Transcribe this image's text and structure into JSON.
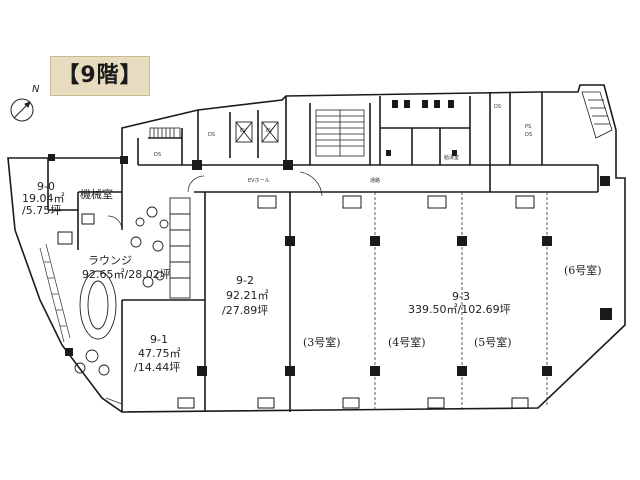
{
  "floor_label": "【9階】",
  "units": {
    "u90": {
      "id": "9-0",
      "area_m2": "19.04㎡",
      "area_tsubo": "/5.75坪"
    },
    "machine_room": "機械室",
    "lounge": {
      "name": "ラウンジ",
      "area": "92.65㎡/28.02坪"
    },
    "u91": {
      "id": "9-1",
      "area_m2": "47.75㎡",
      "area_tsubo": "/14.44坪"
    },
    "u92": {
      "id": "9-2",
      "area_m2": "92.21㎡",
      "area_tsubo": "/27.89坪"
    },
    "u93": {
      "id": "9-3",
      "area": "339.50㎡/102.69坪"
    },
    "room3": "(3号室)",
    "room4": "(4号室)",
    "room5": "(5号室)",
    "room6": "(6号室)"
  },
  "core": {
    "ds": "DS",
    "ev": "EV",
    "ps": "PS",
    "ev_hall": "EVホール",
    "corridor": "通路",
    "kitchen": "給湯室"
  },
  "compass_mark": "N"
}
